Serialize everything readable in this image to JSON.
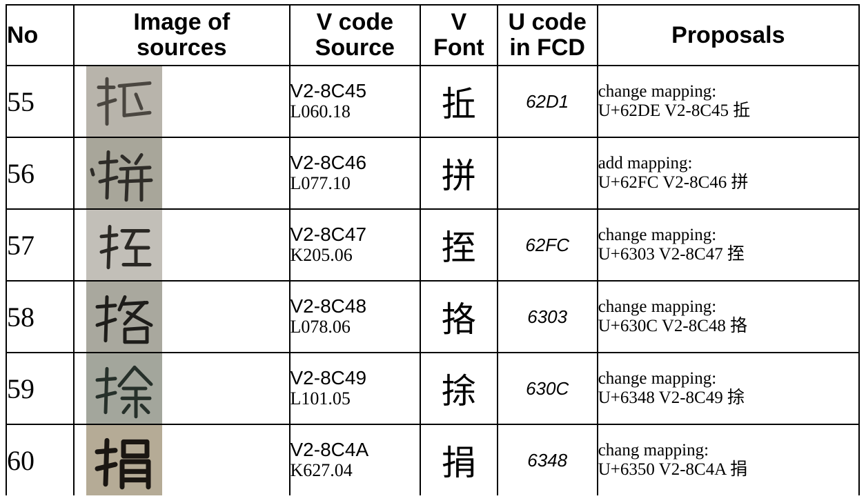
{
  "headers": {
    "no": "No",
    "image_line1": "Image of",
    "image_line2": "sources",
    "vcode_line1": "V code",
    "vcode_line2": "Source",
    "vfont_line1": "V",
    "vfont_line2": "Font",
    "ucode_line1": "U code",
    "ucode_line2": "in FCD",
    "proposals": "Proposals"
  },
  "rows": [
    {
      "no": "55",
      "vcode": "V2-8C45",
      "ref": "L060.18",
      "font_char": "拞",
      "ucode": "62D1",
      "proposal_line1": "change mapping:",
      "proposal_line2": "U+62DE  V2-8C45 拞",
      "source_image": "handwritten-glyph-55",
      "bg": "#b8b4ab",
      "ink": "#4a4640"
    },
    {
      "no": "56",
      "vcode": "V2-8C46",
      "ref": "L077.10",
      "font_char": "拼",
      "ucode": "",
      "proposal_line1": "add mapping:",
      "proposal_line2": "U+62FC  V2-8C46  拼",
      "source_image": "handwritten-glyph-56",
      "bg": "#a8a69a",
      "ink": "#2e2c28"
    },
    {
      "no": "57",
      "vcode": "V2-8C47",
      "ref": "K205.06",
      "font_char": "挃",
      "ucode": "62FC",
      "proposal_line1": "change mapping:",
      "proposal_line2": "U+6303  V2-8C47 挃",
      "source_image": "handwritten-glyph-57",
      "bg": "#c2bfb8",
      "ink": "#2a2824"
    },
    {
      "no": "58",
      "vcode": "V2-8C48",
      "ref": "L078.06",
      "font_char": "挌",
      "ucode": "6303",
      "proposal_line1": "change mapping:",
      "proposal_line2": "U+630C  V2-8C48 挌",
      "source_image": "handwritten-glyph-58",
      "bg": "#a9a89e",
      "ink": "#1e1d1a"
    },
    {
      "no": "59",
      "vcode": "V2-8C49",
      "ref": "L101.05",
      "font_char": "捈",
      "ucode": "630C",
      "proposal_line1": "change mapping:",
      "proposal_line2": "U+6348 V2-8C49 捈",
      "source_image": "handwritten-glyph-59",
      "bg": "#a3a69c",
      "ink": "#26302a"
    },
    {
      "no": "60",
      "vcode": "V2-8C4A",
      "ref": "K627.04",
      "font_char": "捐",
      "ucode": "6348",
      "proposal_line1": "chang mapping:",
      "proposal_line2": "U+6350 V2-8C4A 捐",
      "source_image": "handwritten-glyph-60",
      "bg": "#b5ab96",
      "ink": "#1a1612"
    }
  ]
}
